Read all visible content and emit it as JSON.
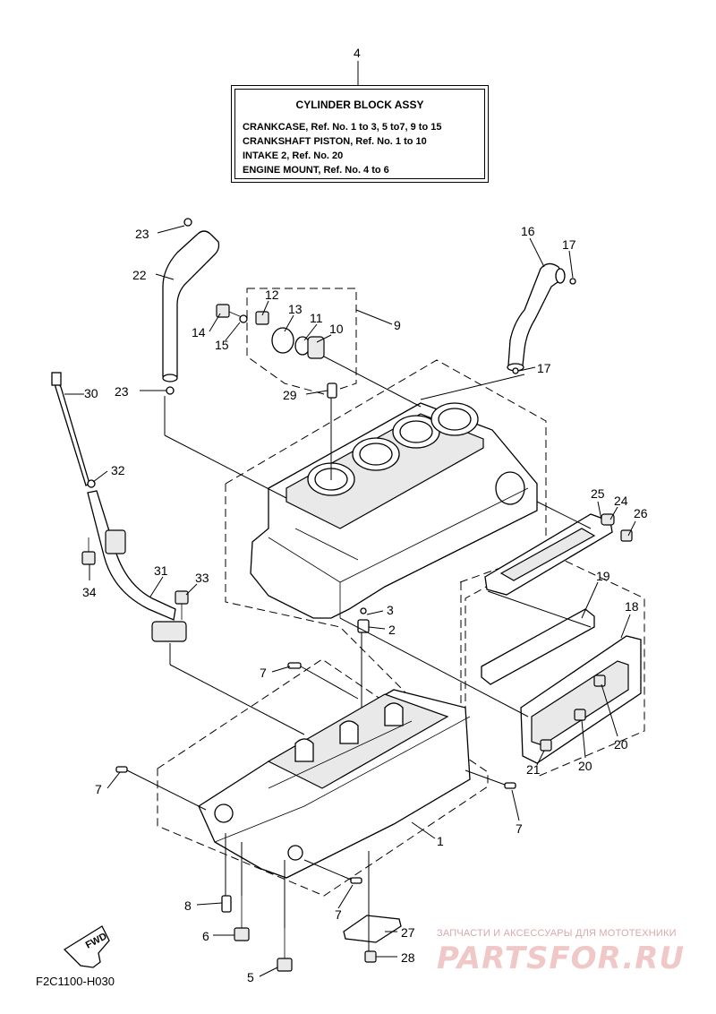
{
  "assembly_box": {
    "title": "CYLINDER BLOCK ASSY",
    "lines": [
      "CRANKCASE,  Ref. No. 1 to 3, 5 to7, 9 to 15",
      "CRANKSHAFT PISTON,  Ref. No. 1 to 10",
      "INTAKE 2,  Ref. No. 20",
      "ENGINE MOUNT,  Ref. No. 4 to 6"
    ]
  },
  "callouts": {
    "c4": "4",
    "c23a": "23",
    "c22": "22",
    "c16": "16",
    "c17a": "17",
    "c12": "12",
    "c13": "13",
    "c11": "11",
    "c10": "10",
    "c14": "14",
    "c15": "15",
    "c9": "9",
    "c30": "30",
    "c23b": "23",
    "c29": "29",
    "c17b": "17",
    "c32": "32",
    "c25": "25",
    "c24": "24",
    "c26": "26",
    "c34": "34",
    "c31": "31",
    "c33": "33",
    "c19": "19",
    "c3": "3",
    "c2": "2",
    "c18": "18",
    "c7a": "7",
    "c20a": "20",
    "c21": "21",
    "c20b": "20",
    "c7b": "7",
    "c7c": "7",
    "c1": "1",
    "c7d": "7",
    "c8": "8",
    "c27": "27",
    "c6": "6",
    "c28": "28",
    "c5": "5"
  },
  "forward_label": "FWD",
  "figure_code": "F2C1100-H030",
  "watermark": {
    "caption": "ЗАПЧАСТИ И АКСЕССУАРЫ ДЛЯ МОТОТЕХНИКИ",
    "logo": "PARTSFOR.RU"
  }
}
